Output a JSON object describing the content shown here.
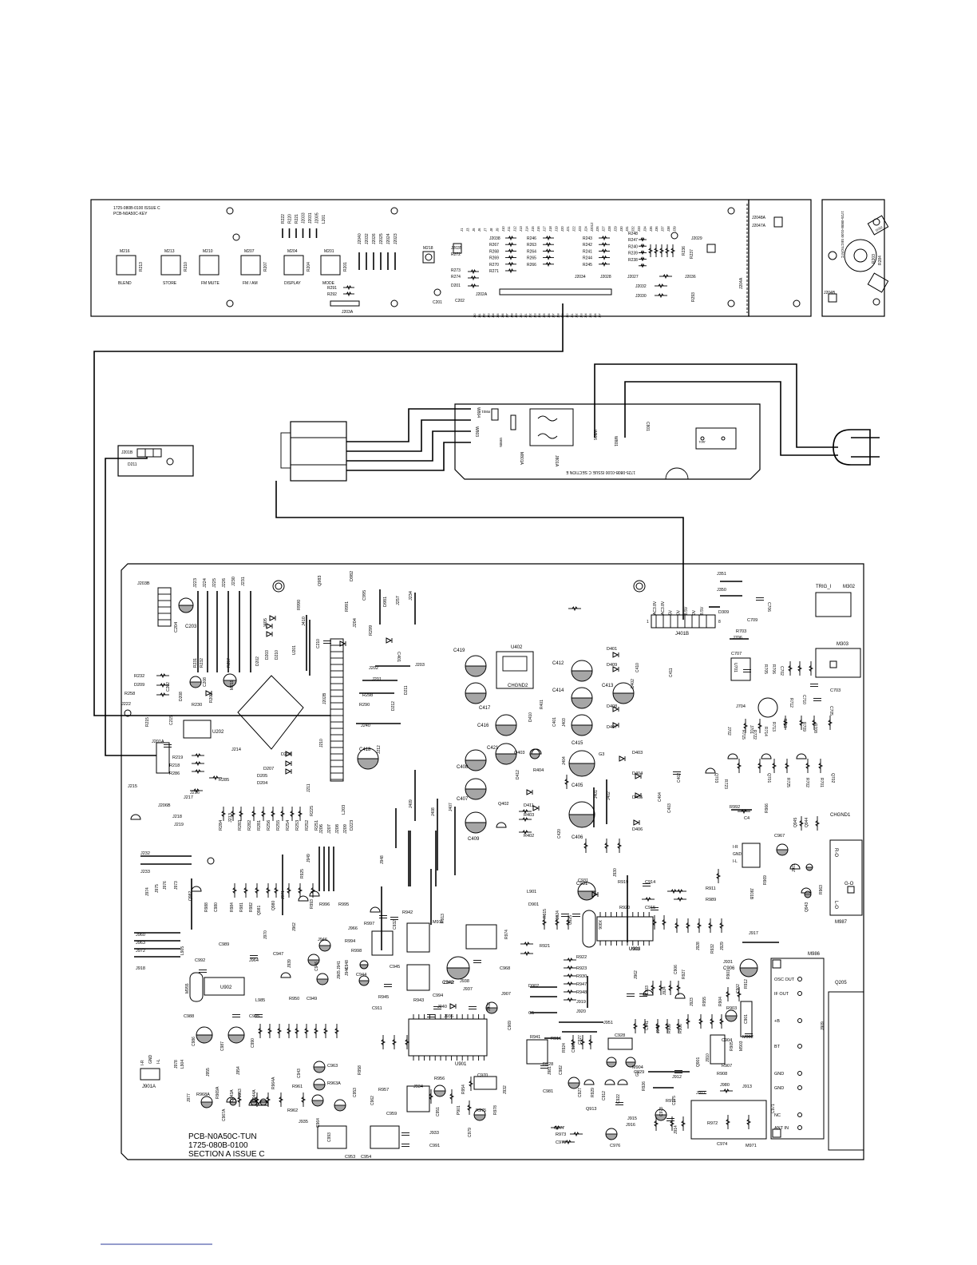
{
  "key_board": {
    "title_line1": "1725-080B-0100 ISSUE C",
    "title_line2": "PCB-N0A50C-KEY",
    "switches": [
      {
        "ref": "M216",
        "label": "BLEND",
        "res": "R213"
      },
      {
        "ref": "M213",
        "label": "STORE",
        "res": "R210"
      },
      {
        "ref": "M210",
        "label": "FM MUTE",
        "res": ""
      },
      {
        "ref": "M207",
        "label": "FM / AM",
        "res": "R207"
      },
      {
        "ref": "M204",
        "label": "DISPLAY",
        "res": "R204"
      },
      {
        "ref": "M201",
        "label": "MODE",
        "res": "R201"
      }
    ],
    "top_parts": [
      "R222",
      "R220",
      "R221",
      "J2033",
      "J2031",
      "J2005",
      "L201"
    ],
    "jumpers_mid": [
      "J2040",
      "J2032",
      "J2026",
      "J2025",
      "J2024",
      "J2023"
    ],
    "m218": "M218",
    "refs_left": [
      "J2035",
      "R272",
      "R273",
      "R274",
      "D201",
      "C201",
      "C202",
      "J202A",
      "R291",
      "R292",
      "J203A"
    ],
    "res_col_a": [
      "R246",
      "R263",
      "R264",
      "R265",
      "R266"
    ],
    "res_col_b": [
      "J2038",
      "R267",
      "R268",
      "R269",
      "R270",
      "R271"
    ],
    "res_col_c": [
      "R243",
      "R242",
      "R241",
      "R244",
      "R245"
    ],
    "res_col_d": [
      "R248",
      "R247",
      "R240",
      "R239",
      "R238"
    ],
    "j_misc": [
      "J2034",
      "J2028",
      "J2027",
      "J2029",
      "J2036",
      "J2032",
      "J2030",
      "R237",
      "R236",
      "R293",
      "J204A"
    ],
    "conn_pins_top": [
      "J1",
      "J3",
      "J5",
      "J6",
      "J7",
      "J8",
      "J9",
      "J10",
      "J11",
      "J12",
      "J13",
      "J14",
      "J15",
      "J16",
      "J17",
      "J18",
      "J19",
      "J20",
      "J21",
      "J22",
      "J23",
      "J24",
      "J2012",
      "J26",
      "J27",
      "J28",
      "J29",
      "J30",
      "J31",
      "J32",
      "J33",
      "J34",
      "J35",
      "J36",
      "J37",
      "J38",
      "J39"
    ]
  },
  "side_board": {
    "refs": [
      "J2048A",
      "J2047A",
      "J204B",
      "R203",
      "R284",
      "D202"
    ],
    "rot_text": "1725-080B-0100 SECTION C"
  },
  "small_board": {
    "refs": [
      "J201B",
      "D211"
    ]
  },
  "power_board": {
    "refs": [
      "W804",
      "R801",
      "W803",
      "W805",
      "J801A",
      "W806",
      "W801",
      "C801",
      "J801",
      "M801A"
    ],
    "rot_text": "1725-080B-0100 ISSUE C SECTION E",
    "transformer_label": ""
  },
  "tuner": {
    "footer_line1": "PCB-N0A50C-TUN",
    "footer_line2": "1725-080B-0100",
    "footer_line3": "SECTION A ISSUE C",
    "pins_40": [
      "AC3.8V",
      "AC3.8V",
      "5V",
      "0V",
      "8.5V",
      "0V",
      "8.5V"
    ],
    "j401b": "J401B",
    "trig": "TRIG_I",
    "m302": "M302",
    "m303": "M303",
    "m987": "M987",
    "m986": "M986",
    "q205": "Q205",
    "chgnd1": "CHGND1",
    "ro": "R-O",
    "go": "G-O",
    "lo": "L-O",
    "module_pins": [
      "OSC OUT",
      "IF OUT",
      "+B",
      "BT",
      "GND",
      "GND",
      "NC",
      "ANT IN"
    ],
    "j901": [
      "I-R",
      "GND",
      "I-L"
    ],
    "j901b": "J901B",
    "j901a": "J901A",
    "u901": "U901",
    "u902": "U902",
    "u903": "U903",
    "u402": "U402",
    "u202": "U202",
    "chgnd2": "CHGND2",
    "caps_large": [
      "C419",
      "C417",
      "C416",
      "C412",
      "C414",
      "C413",
      "C415",
      "C421",
      "C418",
      "C408",
      "C407",
      "C409",
      "C405",
      "C406",
      "C203",
      "C906",
      "C942",
      "C931"
    ],
    "refs_a": [
      "J203B",
      "J223",
      "J224",
      "J225",
      "J226",
      "J230",
      "J231",
      "J405",
      "J410",
      "R990",
      "Q983",
      "D982",
      "R991",
      "C995",
      "D981",
      "J257",
      "J234",
      "C401",
      "J204",
      "R299"
    ],
    "refs_b": [
      "R232",
      "D209",
      "R258",
      "J222",
      "C204",
      "R231",
      "R232",
      "R257",
      "M219",
      "D208",
      "R230",
      "R205",
      "C208",
      "J202",
      "J201",
      "J212",
      "J240",
      "R298",
      "R290",
      "D211",
      "J203",
      "J202B",
      "U201",
      "C210",
      "D202",
      "D203",
      "D210"
    ],
    "refs_c": [
      "J201A",
      "R219",
      "R218",
      "R286",
      "R285",
      "J214",
      "J215",
      "J216",
      "J217",
      "J206B",
      "J218",
      "J219",
      "D206",
      "D207",
      "D205",
      "D204",
      "J211",
      "J210",
      "C215",
      "R215",
      "C202",
      "D212"
    ],
    "refs_d": [
      "R284",
      "J213",
      "R283",
      "R282",
      "R281",
      "R256",
      "R255",
      "R254",
      "R253",
      "R252",
      "R251",
      "J208",
      "J207",
      "J206",
      "J209",
      "D223",
      "L203",
      "R225"
    ],
    "refs_e": [
      "D401",
      "D409",
      "C410",
      "C411",
      "D402",
      "D408",
      "D407",
      "D403",
      "D404",
      "D405",
      "D406",
      "C402",
      "C404",
      "C403",
      "C420",
      "R401",
      "D410",
      "C401",
      "J403",
      "J404",
      "J401",
      "J402",
      "G3",
      "Q403",
      "R404",
      "Q402",
      "D411",
      "R403",
      "R402",
      "D412",
      "J409",
      "J408",
      "J407"
    ],
    "refs_f": [
      "J351",
      "J350",
      "C706",
      "D309",
      "C709",
      "R703",
      "J706",
      "C707",
      "U701",
      "R705",
      "R706",
      "C702",
      "C703",
      "C710",
      "C705",
      "J704",
      "R712",
      "R711",
      "J701",
      "J702",
      "R715",
      "R722",
      "R714",
      "R713",
      "R709",
      "R708",
      "Q703",
      "R723",
      "Q701",
      "R725",
      "R702",
      "R701",
      "Q702",
      "R992",
      "C4",
      "R966",
      "Q945",
      "Q944",
      "C967",
      "J901",
      "R963",
      "Q943",
      "R969"
    ],
    "refs_g": [
      "J232",
      "J233",
      "J974",
      "J975",
      "J976",
      "J973",
      "Q982",
      "R988",
      "C980",
      "Q980",
      "Q981",
      "R984",
      "R981",
      "R982",
      "J971",
      "R925",
      "J949",
      "J948",
      "R996",
      "R995",
      "J970",
      "J962",
      "R993",
      "J966",
      "R997",
      "C932",
      "R942",
      "M911",
      "R913",
      "R974",
      "J960",
      "J963",
      "J972",
      "J918",
      "L905",
      "C989",
      "C992",
      "J964",
      "C947",
      "J946",
      "R994",
      "R998",
      "C945",
      "J941",
      "J939",
      "C946",
      "C948",
      "J965",
      "C944",
      "J944",
      "R943",
      "R945",
      "C994",
      "C911",
      "C949",
      "R950",
      "C942",
      "J938",
      "J937",
      "C968",
      "J955",
      "M955",
      "L985",
      "C988",
      "C985",
      "C986",
      "C987",
      "C990",
      "J954",
      "J953",
      "R969A",
      "C943",
      "C963",
      "R963A",
      "Q943A",
      "Q944A",
      "R964A",
      "R961",
      "R962",
      "J935",
      "C964",
      "C953",
      "R958",
      "C962",
      "R957",
      "C959",
      "J934",
      "R956",
      "C951",
      "R954",
      "C970",
      "P901",
      "R975",
      "C979",
      "R978",
      "J932",
      "J933",
      "C991",
      "C953",
      "C954",
      "C993",
      "L904",
      "J978",
      "J977",
      "R968A",
      "C967A",
      "Q945A"
    ],
    "refs_h": [
      "L901",
      "D901",
      "C931",
      "J930",
      "R915",
      "C924",
      "C925",
      "R919",
      "C914",
      "R920",
      "C915",
      "R911",
      "R989",
      "X906",
      "U903",
      "R921",
      "R922",
      "R923",
      "R930",
      "R947",
      "R948",
      "J919",
      "J920",
      "J951",
      "R941",
      "R916",
      "R924",
      "C926",
      "C927",
      "C928",
      "M904",
      "C929",
      "G2",
      "R926",
      "R928",
      "C981",
      "C982",
      "J981",
      "C927",
      "R929",
      "C912",
      "C922",
      "Q913",
      "J915",
      "J916",
      "C976",
      "C977",
      "R973",
      "C978",
      "J917",
      "J931",
      "C906",
      "R927",
      "J928",
      "R932",
      "J929",
      "J962",
      "C903",
      "J924",
      "J923",
      "R955",
      "R904",
      "R901",
      "R912",
      "C902",
      "R903",
      "C904",
      "C901",
      "M902",
      "R905",
      "M903",
      "Q901",
      "J910",
      "R907",
      "R908",
      "J912",
      "J980",
      "J913",
      "J911",
      "R971",
      "C973",
      "C975",
      "J914",
      "C974",
      "R972",
      "M971",
      "C971",
      "J909",
      "J907",
      "J908",
      "G1",
      "C969",
      "J940",
      "J936",
      "D902",
      "C941",
      "J941",
      "R909",
      "R906",
      "R910",
      "Q902"
    ]
  }
}
